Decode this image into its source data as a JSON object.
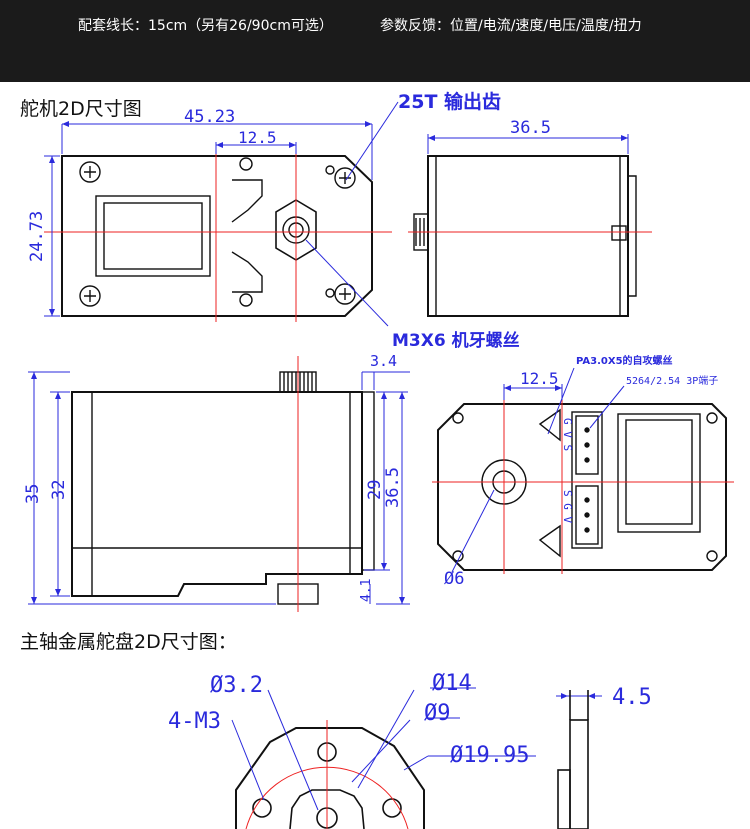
{
  "specs": {
    "cable_length": "配套线长：15cm（另有26/90cm可选）",
    "feedback": "参数反馈：位置/电流/速度/电压/温度/扭力"
  },
  "section_servo": {
    "title": "舵机2D尺寸图"
  },
  "section_horn": {
    "title": "主轴金属舵盘2D尺寸图："
  },
  "servo_top_view": {
    "width": "45.23",
    "shaft_offset": "12.5",
    "height": "24.73",
    "screw_note": "M3X6 机牙螺丝"
  },
  "servo_side_view": {
    "output_gear": "25T 输出齿",
    "length": "36.5"
  },
  "servo_front_view": {
    "gear_height": "3.4",
    "total_height": "35",
    "body_height": "32",
    "mount_height": "29",
    "case_height": "36.5",
    "bottom_step": "4.1"
  },
  "servo_bottom_view": {
    "tap_screw": "PA3.0X5的自攻螺丝",
    "connector": "5264/2.54  3P端子",
    "shaft_offset": "12.5",
    "bore": "Ø6",
    "pins_top": "G V S",
    "pins_bottom": "S G V"
  },
  "horn_view": {
    "hole_dia": "Ø3.2",
    "tapped_holes": "4-M3",
    "outer_dia": "Ø14",
    "pitch_dia": "Ø9",
    "flange_dia": "Ø19.95",
    "thickness": "4.5"
  }
}
